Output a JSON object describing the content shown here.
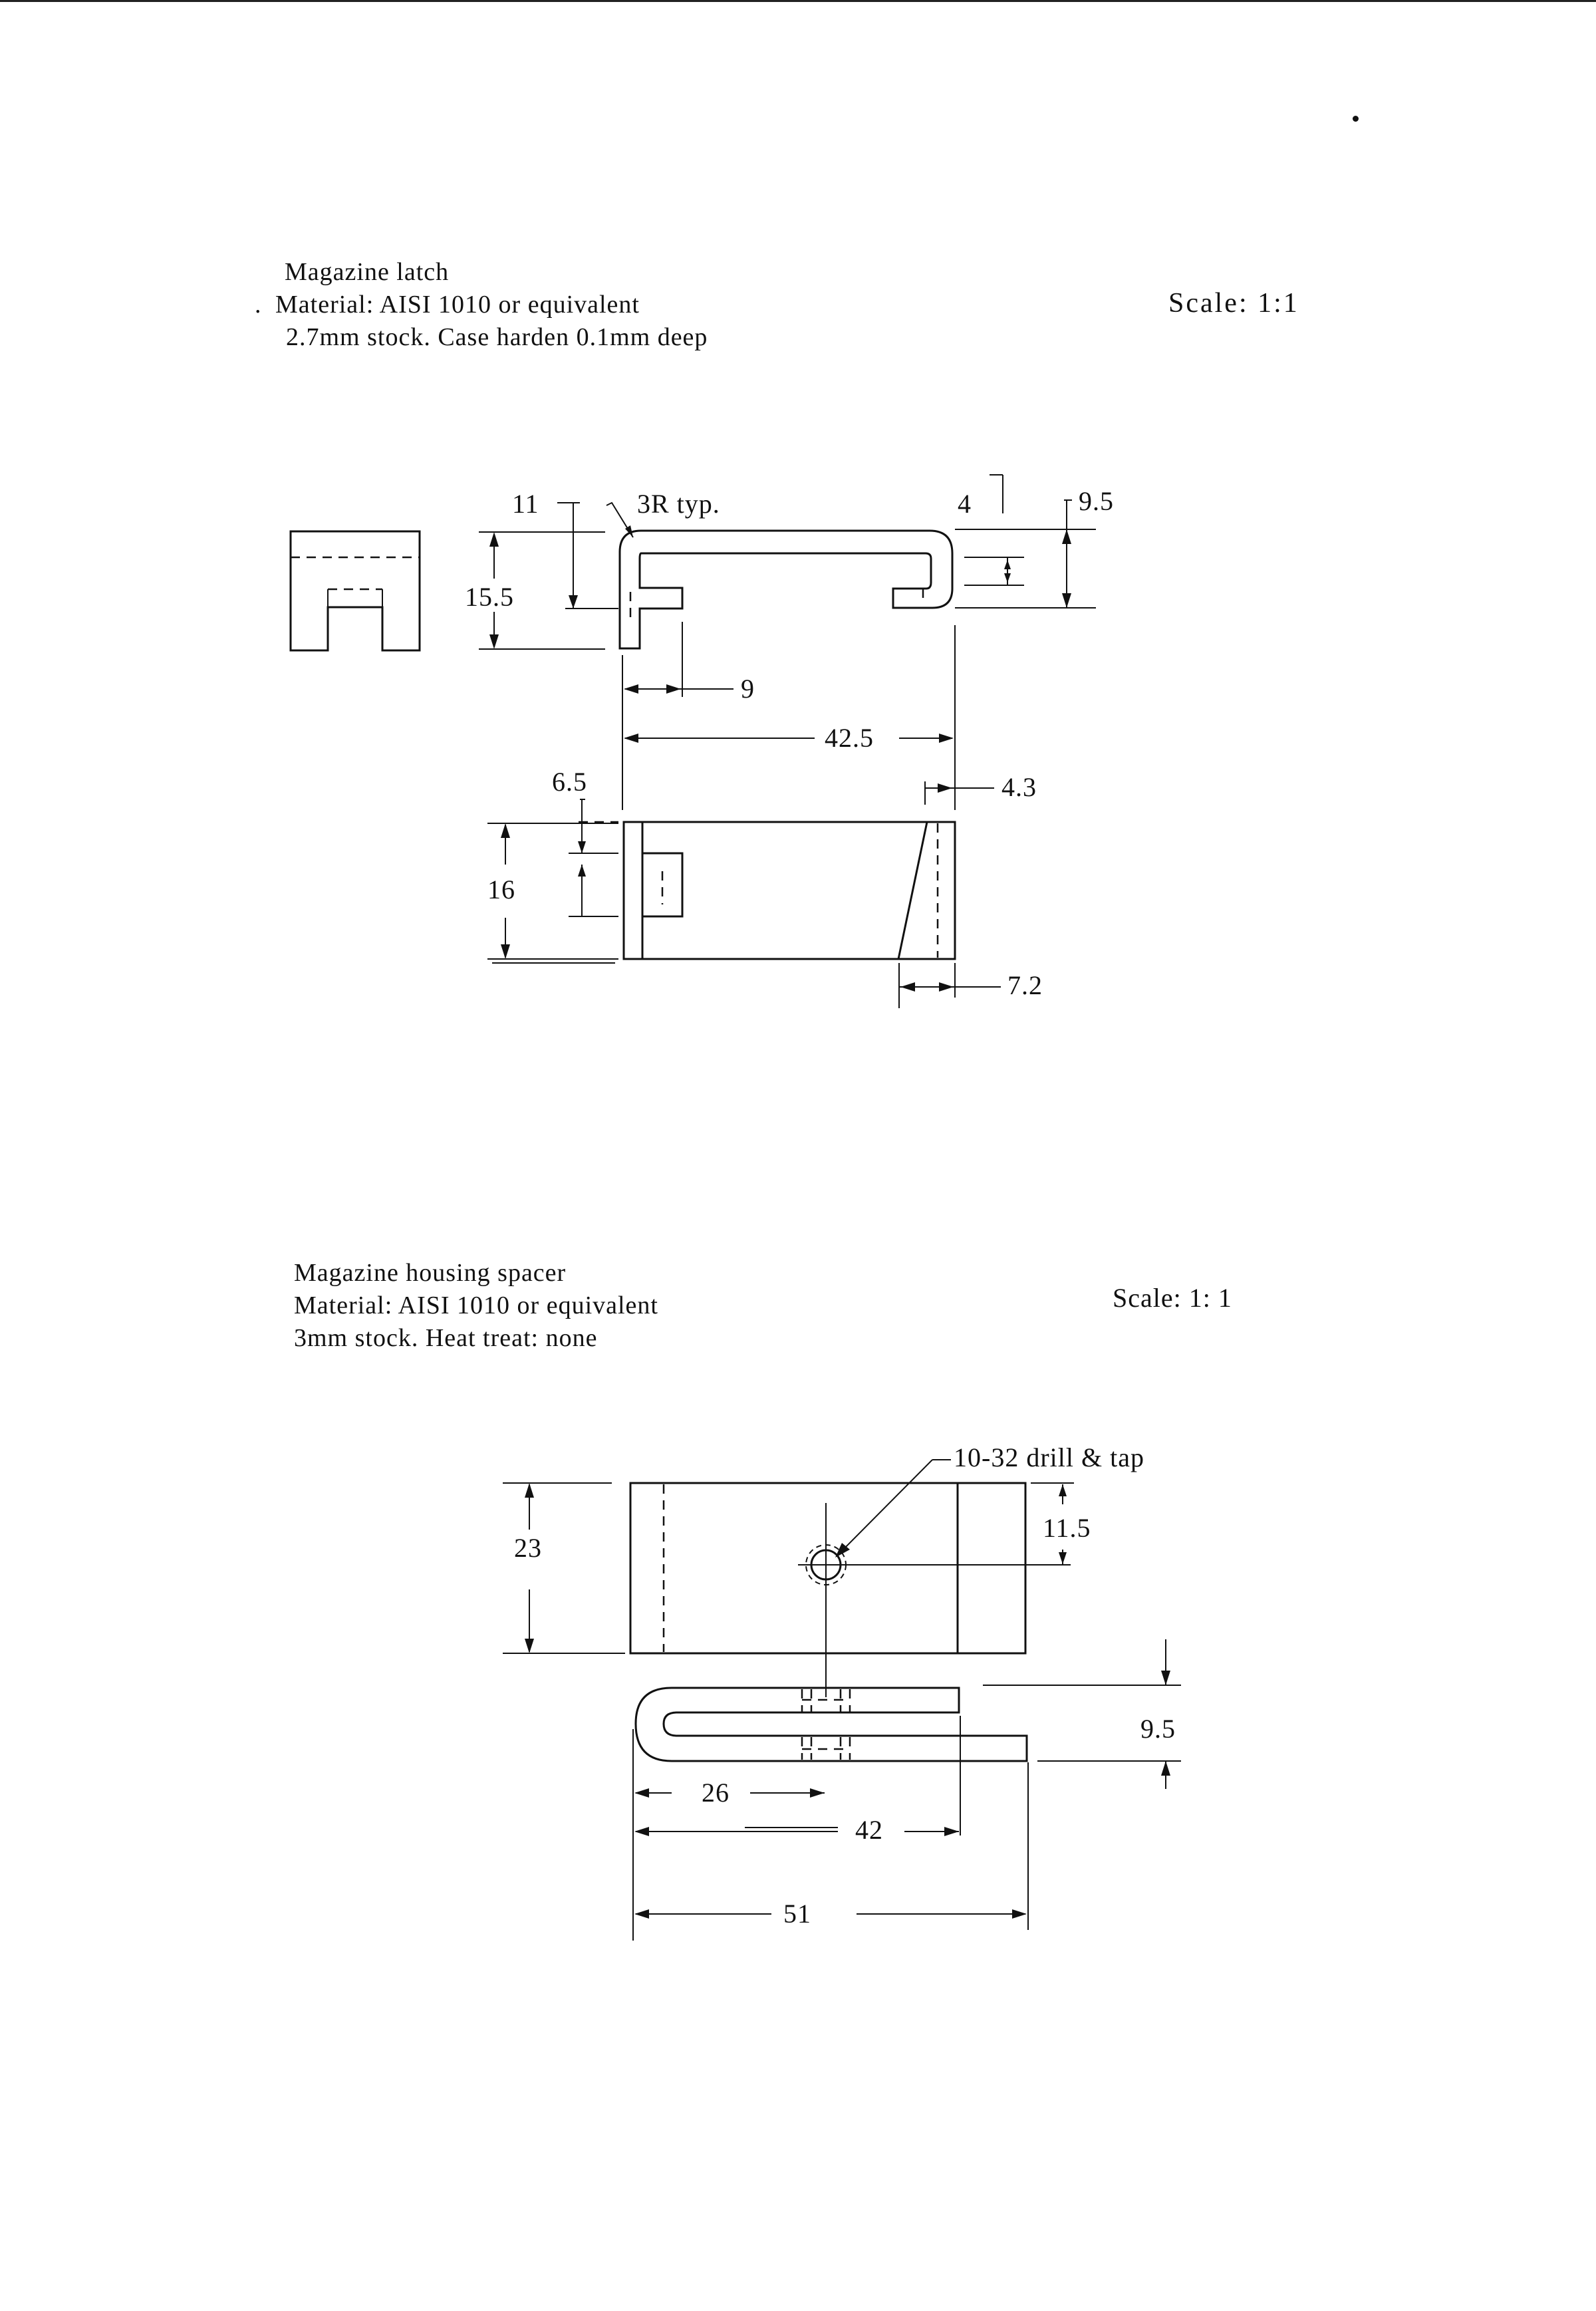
{
  "latch": {
    "title": "Magazine latch",
    "material": "Material: AISI 1010 or equivalent",
    "stock": "2.7mm stock. Case harden 0.1mm deep",
    "scale": "Scale: 1:1",
    "dims": {
      "d11": "11",
      "d3r": "3R typ.",
      "d4": "4",
      "d95": "9.5",
      "d155": "15.5",
      "d9": "9",
      "d425": "42.5",
      "d65": "6.5",
      "d43": "4.3",
      "d16": "16",
      "d72": "7.2"
    }
  },
  "spacer": {
    "title": "Magazine housing spacer",
    "material": "Material: AISI 1010 or equivalent",
    "stock": "3mm stock. Heat treat: none",
    "scale": "Scale: 1: 1",
    "dims": {
      "tap": "10-32 drill & tap",
      "d23": "23",
      "d115": "11.5",
      "d95": "9.5",
      "d26": "26",
      "d42": "42",
      "d51": "51"
    }
  }
}
